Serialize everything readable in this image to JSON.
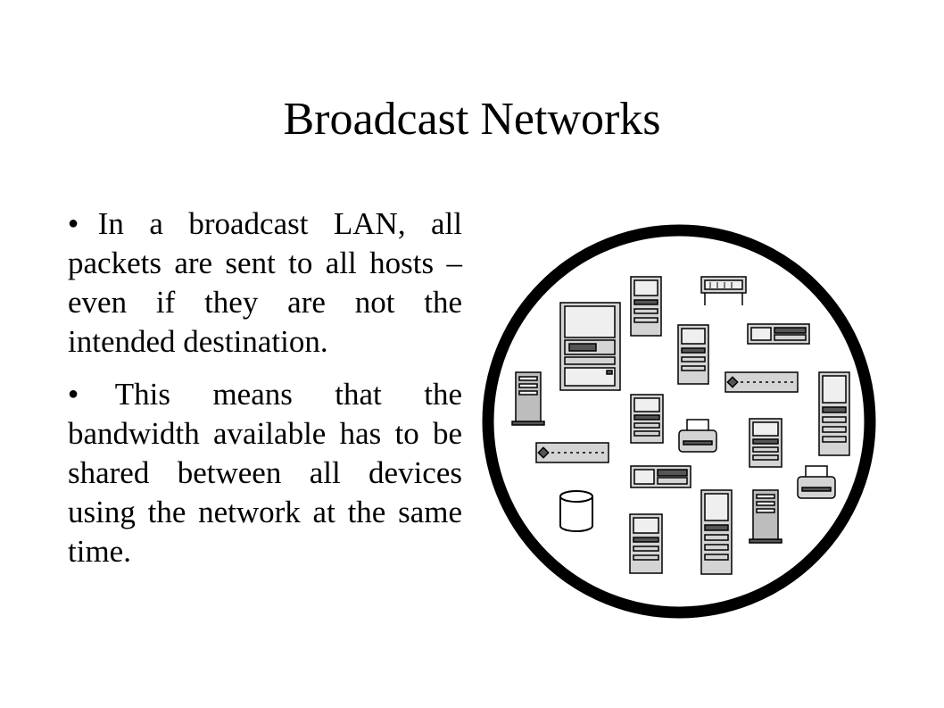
{
  "slide": {
    "title": "Broadcast Networks",
    "bullets": [
      {
        "marker": "●",
        "text": "In a broadcast LAN, all packets are sent to all hosts – even if they are not the intended destination."
      },
      {
        "marker": "●",
        "text": "This means that the bandwidth available has to be shared between all devices using the network at the same time."
      }
    ]
  },
  "diagram": {
    "icons": [
      "monitor-icon",
      "tower-computer-icon",
      "server-icon",
      "printer-icon",
      "switch-icon",
      "hub-icon",
      "plotter-icon",
      "database-icon"
    ],
    "colors": {
      "ring": "#000000",
      "device_fill": "#d4d4d4",
      "device_light": "#efefef",
      "device_dark": "#555555"
    }
  }
}
